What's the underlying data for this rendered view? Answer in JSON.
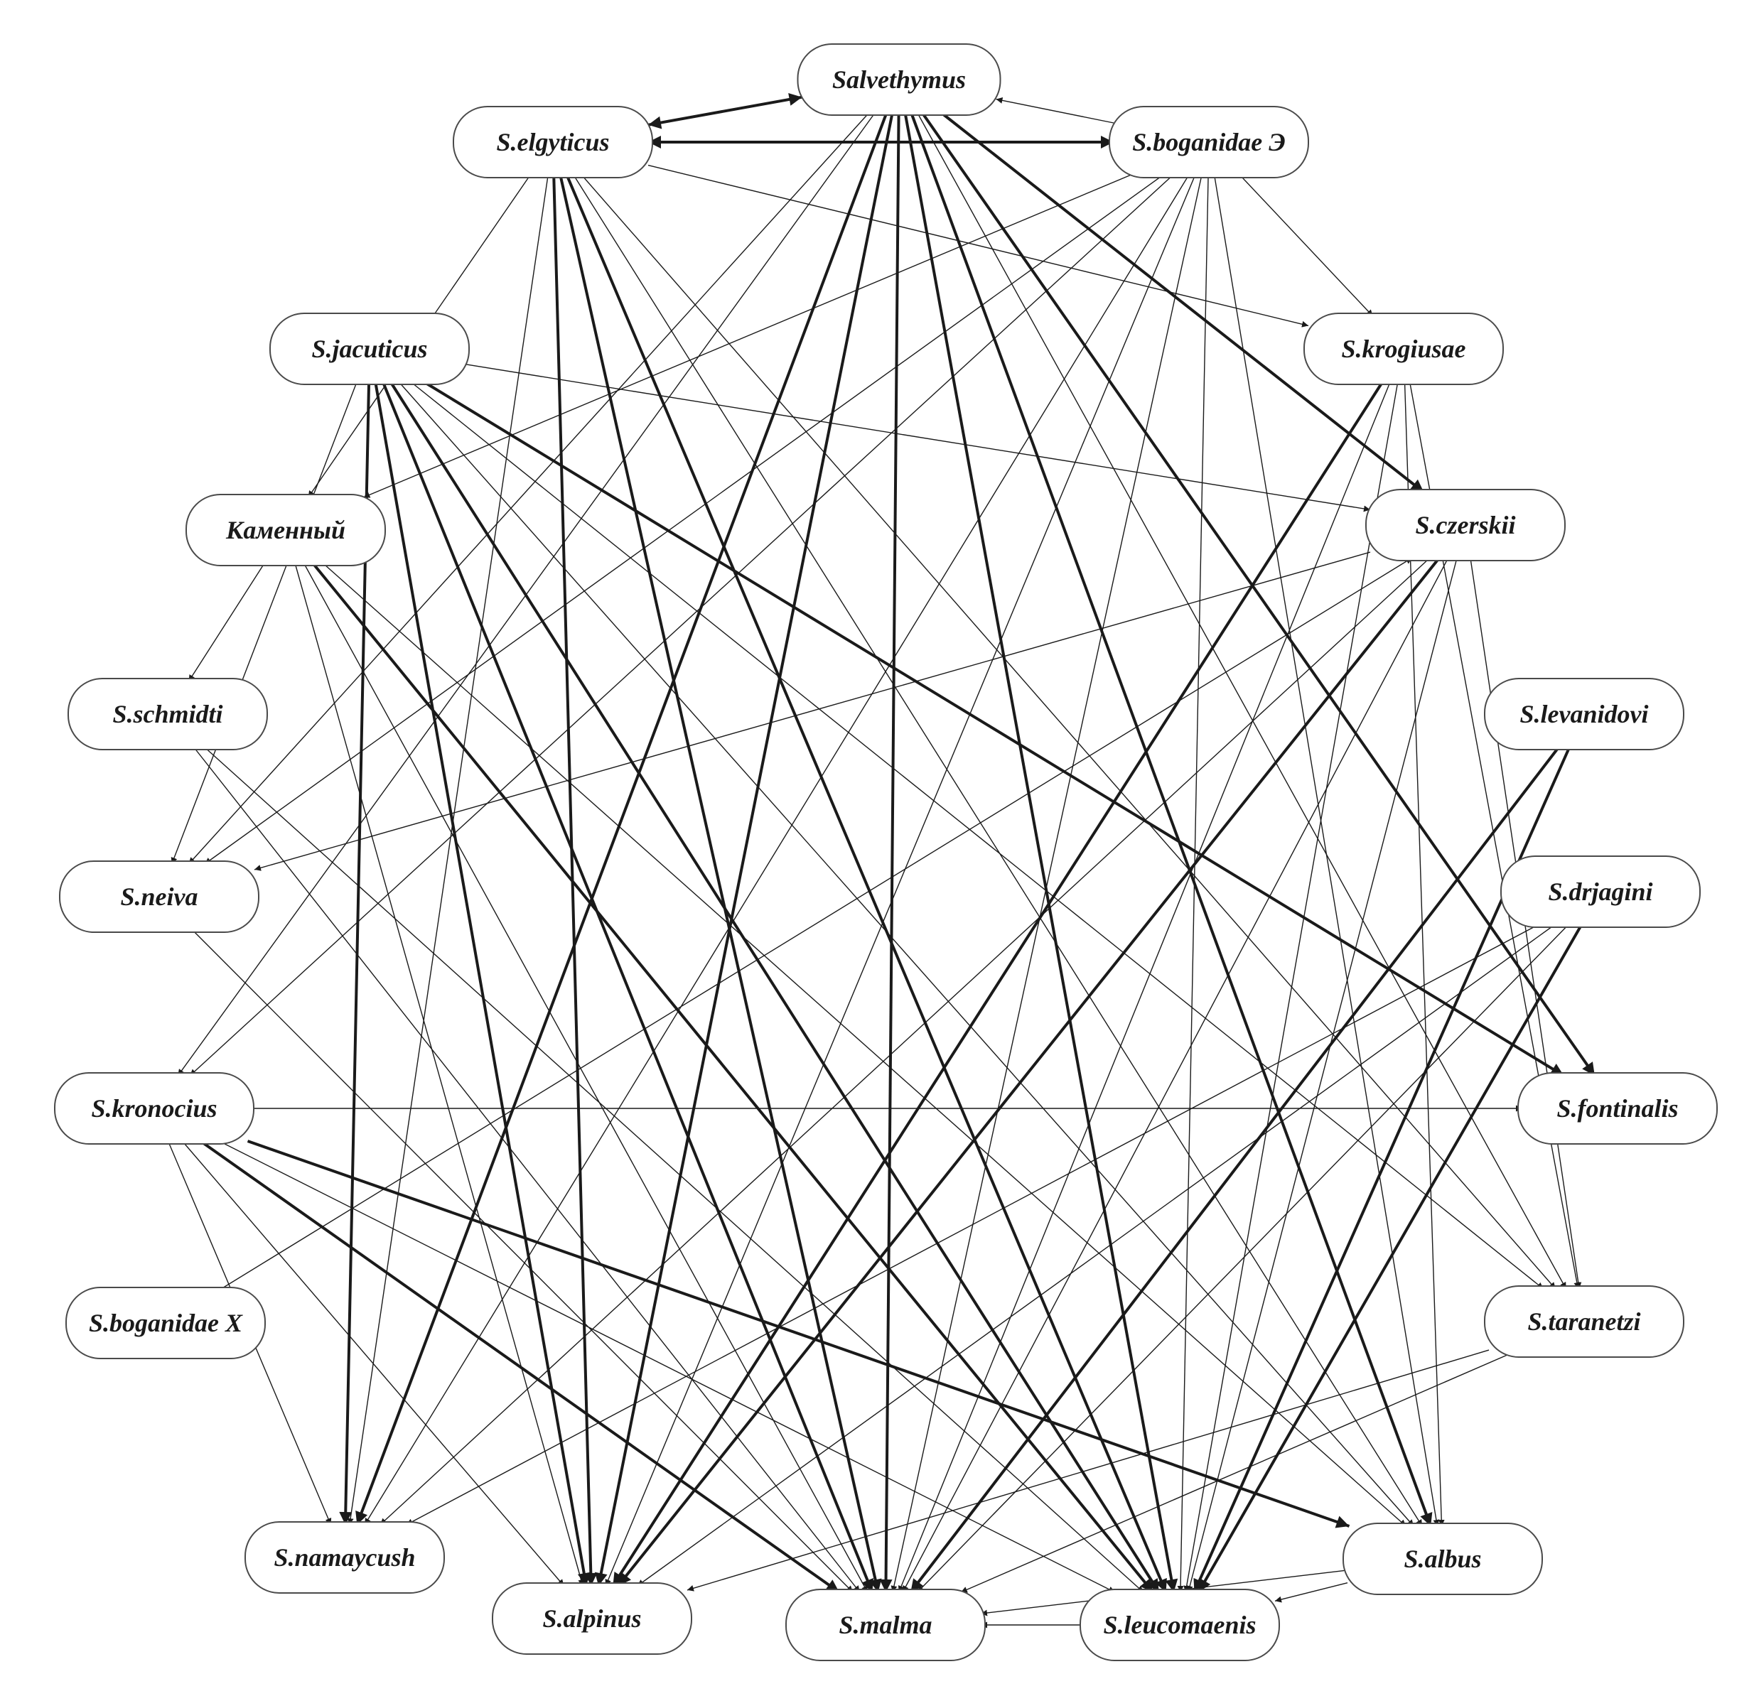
{
  "diagram": {
    "nodes": [
      {
        "id": "salvethymus",
        "label": "Salvethymus"
      },
      {
        "id": "elgyticus",
        "label": "S.elgyticus"
      },
      {
        "id": "boganidae_e",
        "label": "S.boganidae Э"
      },
      {
        "id": "jacuticus",
        "label": "S.jacuticus"
      },
      {
        "id": "krogiusae",
        "label": "S.krogiusae"
      },
      {
        "id": "kamenny",
        "label": "Каменный"
      },
      {
        "id": "czerskii",
        "label": "S.czerskii"
      },
      {
        "id": "schmidti",
        "label": "S.schmidti"
      },
      {
        "id": "levanidovi",
        "label": "S.levanidovi"
      },
      {
        "id": "neiva",
        "label": "S.neiva"
      },
      {
        "id": "drjagini",
        "label": "S.drjagini"
      },
      {
        "id": "kronocius",
        "label": "S.kronocius"
      },
      {
        "id": "fontinalis",
        "label": "S.fontinalis"
      },
      {
        "id": "boganidae_x",
        "label": "S.boganidae X"
      },
      {
        "id": "taranetzi",
        "label": "S.taranetzi"
      },
      {
        "id": "namaycush",
        "label": "S.namaycush"
      },
      {
        "id": "albus",
        "label": "S.albus"
      },
      {
        "id": "alpinus",
        "label": "S.alpinus"
      },
      {
        "id": "malma",
        "label": "S.malma"
      },
      {
        "id": "leucomaenis",
        "label": "S.leucomaenis"
      }
    ],
    "edges": [
      {
        "from": "elgyticus",
        "to": "salvethymus",
        "bidirectional": true,
        "weight": "heavy"
      },
      {
        "from": "elgyticus",
        "to": "boganidae_e",
        "bidirectional": true,
        "weight": "heavy"
      },
      {
        "from": "boganidae_e",
        "to": "salvethymus",
        "weight": "thin"
      },
      {
        "from": "salvethymus",
        "to": "namaycush",
        "weight": "heavy"
      },
      {
        "from": "salvethymus",
        "to": "alpinus",
        "weight": "heavy"
      },
      {
        "from": "salvethymus",
        "to": "malma",
        "weight": "heavy"
      },
      {
        "from": "salvethymus",
        "to": "leucomaenis",
        "weight": "heavy"
      },
      {
        "from": "salvethymus",
        "to": "albus",
        "weight": "heavy"
      },
      {
        "from": "salvethymus",
        "to": "fontinalis",
        "weight": "heavy"
      },
      {
        "from": "salvethymus",
        "to": "czerskii",
        "weight": "heavy"
      },
      {
        "from": "salvethymus",
        "to": "taranetzi",
        "weight": "thin"
      },
      {
        "from": "salvethymus",
        "to": "neiva",
        "weight": "thin"
      },
      {
        "from": "salvethymus",
        "to": "kronocius",
        "weight": "thin"
      },
      {
        "from": "elgyticus",
        "to": "krogiusae",
        "weight": "thin"
      },
      {
        "from": "elgyticus",
        "to": "kamenny",
        "weight": "thin"
      },
      {
        "from": "elgyticus",
        "to": "namaycush",
        "weight": "thin"
      },
      {
        "from": "elgyticus",
        "to": "alpinus",
        "weight": "heavy"
      },
      {
        "from": "elgyticus",
        "to": "malma",
        "weight": "heavy"
      },
      {
        "from": "elgyticus",
        "to": "leucomaenis",
        "weight": "heavy"
      },
      {
        "from": "elgyticus",
        "to": "albus",
        "weight": "thin"
      },
      {
        "from": "elgyticus",
        "to": "taranetzi",
        "weight": "thin"
      },
      {
        "from": "boganidae_e",
        "to": "kamenny",
        "weight": "thin"
      },
      {
        "from": "boganidae_e",
        "to": "neiva",
        "weight": "thin"
      },
      {
        "from": "boganidae_e",
        "to": "kronocius",
        "weight": "thin"
      },
      {
        "from": "boganidae_e",
        "to": "namaycush",
        "weight": "thin"
      },
      {
        "from": "boganidae_e",
        "to": "alpinus",
        "weight": "thin"
      },
      {
        "from": "boganidae_e",
        "to": "malma",
        "weight": "thin"
      },
      {
        "from": "boganidae_e",
        "to": "leucomaenis",
        "weight": "thin"
      },
      {
        "from": "boganidae_e",
        "to": "albus",
        "weight": "thin"
      },
      {
        "from": "boganidae_e",
        "to": "krogiusae",
        "weight": "thin"
      },
      {
        "from": "jacuticus",
        "to": "czerskii",
        "weight": "thin"
      },
      {
        "from": "jacuticus",
        "to": "namaycush",
        "weight": "heavy"
      },
      {
        "from": "jacuticus",
        "to": "alpinus",
        "weight": "heavy"
      },
      {
        "from": "jacuticus",
        "to": "malma",
        "weight": "heavy"
      },
      {
        "from": "jacuticus",
        "to": "leucomaenis",
        "weight": "heavy"
      },
      {
        "from": "jacuticus",
        "to": "fontinalis",
        "weight": "heavy"
      },
      {
        "from": "jacuticus",
        "to": "taranetzi",
        "weight": "thin"
      },
      {
        "from": "jacuticus",
        "to": "neiva",
        "weight": "thin"
      },
      {
        "from": "jacuticus",
        "to": "albus",
        "weight": "thin"
      },
      {
        "from": "krogiusae",
        "to": "alpinus",
        "weight": "heavy"
      },
      {
        "from": "krogiusae",
        "to": "malma",
        "weight": "thin"
      },
      {
        "from": "krogiusae",
        "to": "leucomaenis",
        "weight": "thin"
      },
      {
        "from": "krogiusae",
        "to": "albus",
        "weight": "thin"
      },
      {
        "from": "krogiusae",
        "to": "taranetzi",
        "weight": "thin"
      },
      {
        "from": "kamenny",
        "to": "schmidti",
        "weight": "thin"
      },
      {
        "from": "kamenny",
        "to": "alpinus",
        "weight": "thin"
      },
      {
        "from": "kamenny",
        "to": "malma",
        "weight": "thin"
      },
      {
        "from": "kamenny",
        "to": "leucomaenis",
        "weight": "heavy"
      },
      {
        "from": "kamenny",
        "to": "albus",
        "weight": "thin"
      },
      {
        "from": "czerskii",
        "to": "namaycush",
        "weight": "thin"
      },
      {
        "from": "czerskii",
        "to": "alpinus",
        "weight": "heavy"
      },
      {
        "from": "czerskii",
        "to": "malma",
        "weight": "thin"
      },
      {
        "from": "czerskii",
        "to": "leucomaenis",
        "weight": "thin"
      },
      {
        "from": "czerskii",
        "to": "taranetzi",
        "weight": "thin"
      },
      {
        "from": "czerskii",
        "to": "neiva",
        "weight": "thin"
      },
      {
        "from": "schmidti",
        "to": "malma",
        "weight": "thin"
      },
      {
        "from": "schmidti",
        "to": "leucomaenis",
        "weight": "thin"
      },
      {
        "from": "levanidovi",
        "to": "malma",
        "weight": "heavy"
      },
      {
        "from": "levanidovi",
        "to": "leucomaenis",
        "weight": "heavy"
      },
      {
        "from": "neiva",
        "to": "malma",
        "weight": "thin"
      },
      {
        "from": "drjagini",
        "to": "namaycush",
        "weight": "thin"
      },
      {
        "from": "drjagini",
        "to": "alpinus",
        "weight": "thin"
      },
      {
        "from": "drjagini",
        "to": "malma",
        "weight": "thin"
      },
      {
        "from": "drjagini",
        "to": "leucomaenis",
        "weight": "heavy"
      },
      {
        "from": "kronocius",
        "to": "fontinalis",
        "weight": "thin"
      },
      {
        "from": "kronocius",
        "to": "namaycush",
        "weight": "thin"
      },
      {
        "from": "kronocius",
        "to": "alpinus",
        "weight": "thin"
      },
      {
        "from": "kronocius",
        "to": "malma",
        "weight": "heavy"
      },
      {
        "from": "kronocius",
        "to": "leucomaenis",
        "weight": "thin"
      },
      {
        "from": "kronocius",
        "to": "albus",
        "weight": "heavy"
      },
      {
        "from": "boganidae_x",
        "to": "czerskii",
        "weight": "thin"
      },
      {
        "from": "taranetzi",
        "to": "alpinus",
        "weight": "thin"
      },
      {
        "from": "taranetzi",
        "to": "malma",
        "weight": "thin"
      },
      {
        "from": "albus",
        "to": "malma",
        "weight": "thin"
      },
      {
        "from": "albus",
        "to": "leucomaenis",
        "weight": "thin"
      },
      {
        "from": "leucomaenis",
        "to": "malma",
        "weight": "thin"
      }
    ]
  }
}
